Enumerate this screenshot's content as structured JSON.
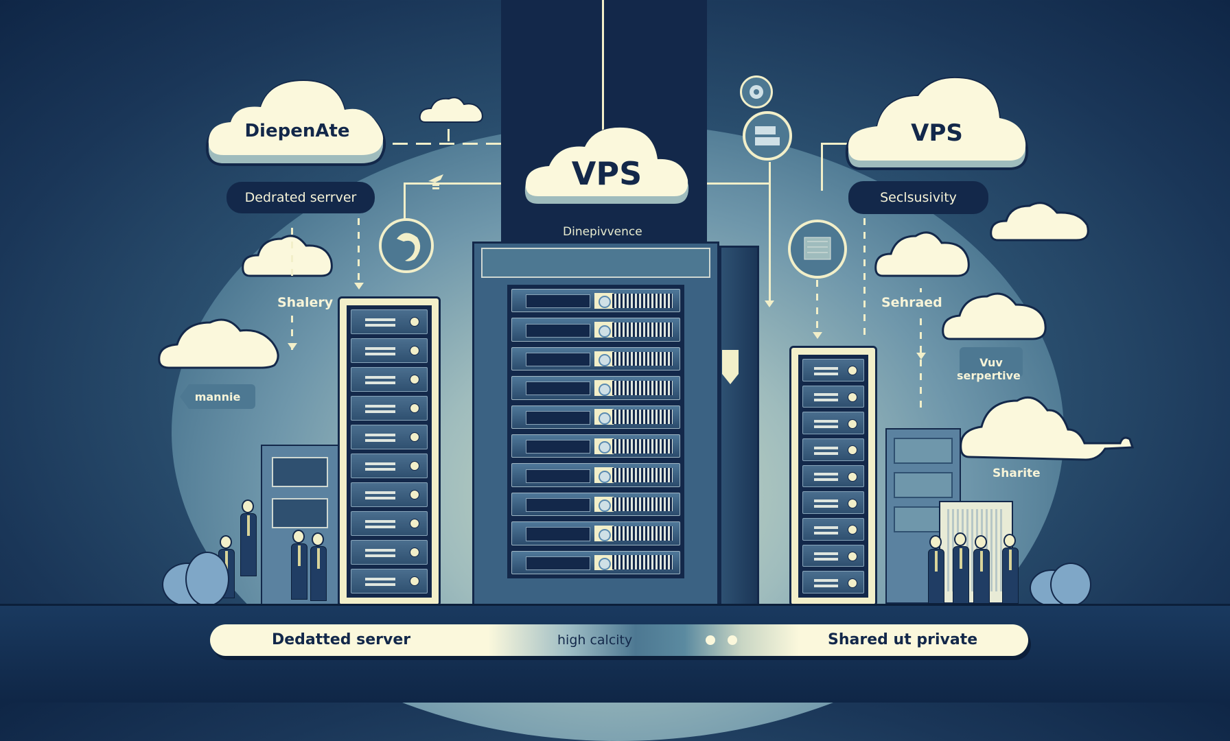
{
  "illustration": {
    "theme": "Server hosting comparison: dedicated server vs VPS vs shared hosting",
    "palette": {
      "navy": "#13284a",
      "steel_blue": "#4d7892",
      "cream": "#f7f4d8",
      "background_dark": "#0f2646",
      "background_mid": "#2f5675"
    }
  },
  "left_section": {
    "cloud_title": "DiepenAte",
    "pill_label": "Dedrated serrver",
    "float_label": "Shalery",
    "tag_label": "mannie"
  },
  "center_section": {
    "cloud_title": "VPS",
    "caption": "Dinepivvence",
    "rack_units": 10
  },
  "right_section": {
    "cloud_title": "VPS",
    "pill_label": "Seclsusivity",
    "float_label": "Sehraed",
    "tag_label_line1": "Vuv",
    "tag_label_line2": "serpertive",
    "bottom_label": "Sharite"
  },
  "bottom_bar": {
    "left_label": "Dedatted   server",
    "middle_label": "high calcity",
    "right_label": "Shared ut private"
  },
  "icons": [
    "gear-icon",
    "server-stack-icon",
    "building-icon",
    "refresh-swirl-icon",
    "satellite-icon",
    "shield-icon"
  ]
}
